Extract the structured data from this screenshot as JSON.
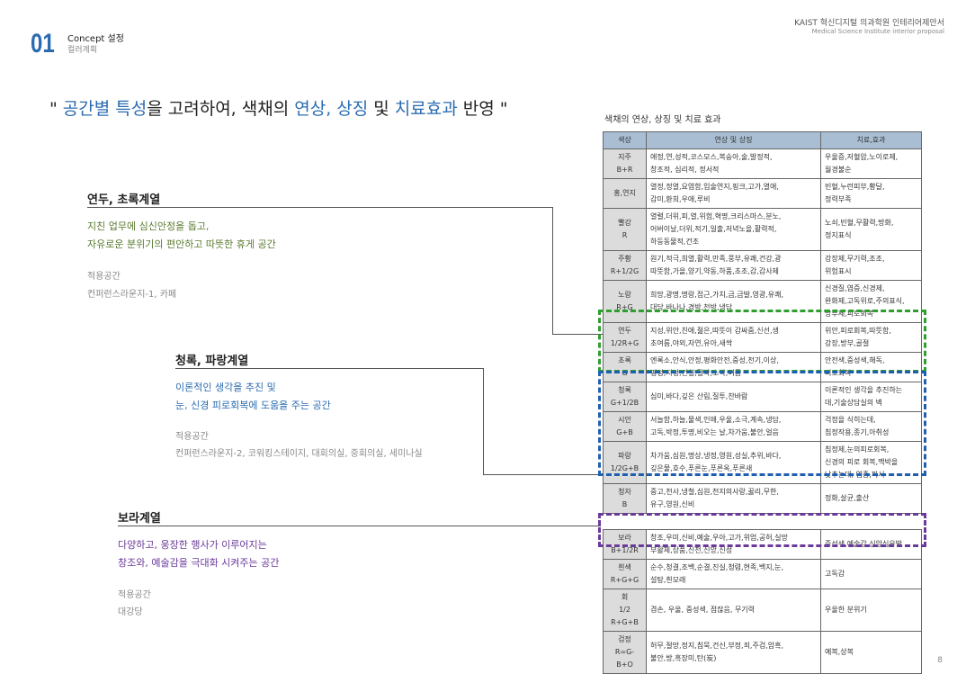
{
  "header": {
    "number": "01",
    "title": "Concept 설정",
    "subtitle": "컬러계획",
    "doc_title": "KAIST 혁신디지털 의과학원 인테리어제안서",
    "doc_subtitle": "Medical Science Institute interior proposal"
  },
  "quote": {
    "q1": "\" ",
    "b1": "공간별 특성",
    "t1": "을 고려하여, 색채의 ",
    "b2": "연상, 상징",
    "t2": " 및 ",
    "b3": "치료효과",
    "t3": " 반영 \""
  },
  "sections": [
    {
      "title": "연두, 초록계열",
      "desc1": "지친 업무에 심신안정을 돕고,",
      "desc2": "자유로운 분위기의 편안하고 따뜻한 휴게 공간",
      "apply_label": "적용공간",
      "apply": "컨퍼런스라운지-1, 카페",
      "color": "#5a7a2e"
    },
    {
      "title": "청록, 파랑계열",
      "desc1": "이론적인 생각을 추진 및",
      "desc2": "눈, 신경 피로회복에 도움을 주는 공간",
      "apply_label": "적용공간",
      "apply": "컨퍼런스라운지-2, 코워킹스테이지, 대회의실, 중회의실, 세미나실",
      "color": "#2b6cb0"
    },
    {
      "title": "보라계열",
      "desc1": "다양하고, 웅장한 행사가 이루어지는",
      "desc2": "창조와, 예술감을 극대화 시켜주는 공간",
      "apply_label": "적용공간",
      "apply": "대강당",
      "color": "#6a3a9a"
    }
  ],
  "table": {
    "caption": "색채의 연상, 상징 및 치료 효과",
    "headers": [
      "색상",
      "연상 및 상징",
      "치료,효과"
    ],
    "rows": [
      [
        "지주\nB+R",
        "애정,연,성적,코스모스,복숭아,술,발정적,\n창조적, 심리적, 정서적",
        "우울증,저혈압,노이로제,\n월경불순"
      ],
      [
        "홍,연지",
        "열정,정열,요염함,입술연지,핑크,고가,열애,\n감미,환희,우애,루비",
        "빈혈,누런피부,황달,\n정력부족"
      ],
      [
        "빨강\nR",
        "열렬,더위,피,열,위험,혁명,크리스마스,분노,\n어버이날,더위,적기,일출,저녁노을,활력적,\n하등동물적,건조",
        "노쇠,빈혈,무활력,방화,\n정지표식"
      ],
      [
        "주황\nR+1/2G",
        "원기,적극,희열,활력,만족,풍부,유쾌,건강,광\n따뜻함,가을,양기,약동,하품,초조,감,감사제",
        "강장제,무기력,조조,\n위험표시"
      ],
      [
        "노랑\nR+G",
        "희망,광명,명랑,접근,가치,금,금발,영광,유쾌,\n대당,바나나,경박,천박,냉담",
        "신경질,염증,신경제,\n완화제,고독위로,주의표식,\n방부제,피로회복"
      ],
      [
        "연두\n1/2R+G",
        "지성,위안,친애,젊은,따뜻이 감싸줌,신선,생\n초여름,야외,자연,유아,새싹",
        "위안,피로회복,따뜻함,\n강장,방부,골절"
      ],
      [
        "초록\nG",
        "엔록소,안식,안정,평화안전,중성,천기,이상,\n평정,지성,건실,절박,소박,여름",
        "안전색,중성색,해독,\n피로회복"
      ],
      [
        "청록\nG+1/2B",
        "심미,바다,깊은 산림,질투,찬바람",
        "이론적인 생각을 추진하는\n데,기술상담실의 벽"
      ],
      [
        "시안\nG+B",
        "서늘함,하늘,물색,인애,우울,소극,계속,냉담,\n고독,박정,투명,비오는 날,차가움,불안,얼음",
        "걱정을 식히는데,\n침정작용,종기,아취성"
      ],
      [
        "파랑\n1/2G+B",
        "차가움,심원,명상,냉정,영원,성실,추위,바다,\n깊은물,호수,푸른눈,푸른옥,푸른새",
        "침정제,눈의피로회복,\n신경의 피로 회복,맥박을\n낮추는데, 염증,피서"
      ],
      [
        "청자\nB",
        "중고,천사,냉철,심원,천지의사랑,꿇리,무한,\n유구,영원,신비",
        "정화,살균,출산"
      ],
      [
        "보라\nB+1/2R",
        "창조,우미,신비,예술,우아,고가,위엄,공허,실망\n부활제,상품,신전,신앙,신성",
        "중성색,예술감,신앙심유발"
      ],
      [
        "흰색\nR+G+G",
        "순수,청결,조백,순결,진실,청렴,현족,백지,눈,\n설탕,흰모래",
        "고독감"
      ],
      [
        "회\n1/2\nR+G+B",
        "겸손, 우울, 중성색, 점잖음, 무기력",
        "우울한 분위기"
      ],
      [
        "검정\nR=G-B+O",
        "허무,절망,정지,침묵,건신,부정,죄,주검,암흑,\n불안,방,흑장미,탄(炭)",
        "예복,상복"
      ]
    ]
  },
  "page": "8",
  "colors": {
    "accent": "#2b6cb0",
    "green": "#2e9e2e",
    "blue": "#1f5fb0",
    "purple": "#6a3a9a"
  }
}
